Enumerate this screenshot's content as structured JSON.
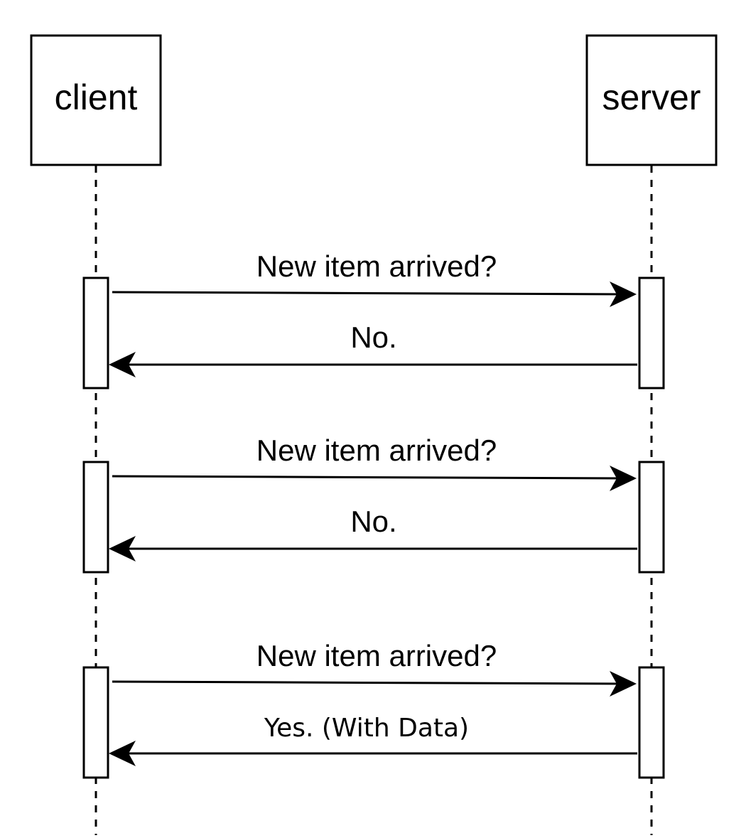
{
  "participants": {
    "client": "client",
    "server": "server"
  },
  "messages": [
    {
      "label": "New item arrived?",
      "direction": "client-to-server"
    },
    {
      "label": "No.",
      "direction": "server-to-client"
    },
    {
      "label": "New item arrived?",
      "direction": "client-to-server"
    },
    {
      "label": "No.",
      "direction": "server-to-client"
    },
    {
      "label": "New item arrived?",
      "direction": "client-to-server"
    },
    {
      "label": "Yes. (With Data)",
      "direction": "server-to-client"
    }
  ],
  "colors": {
    "stroke": "#000000",
    "background": "#ffffff"
  }
}
